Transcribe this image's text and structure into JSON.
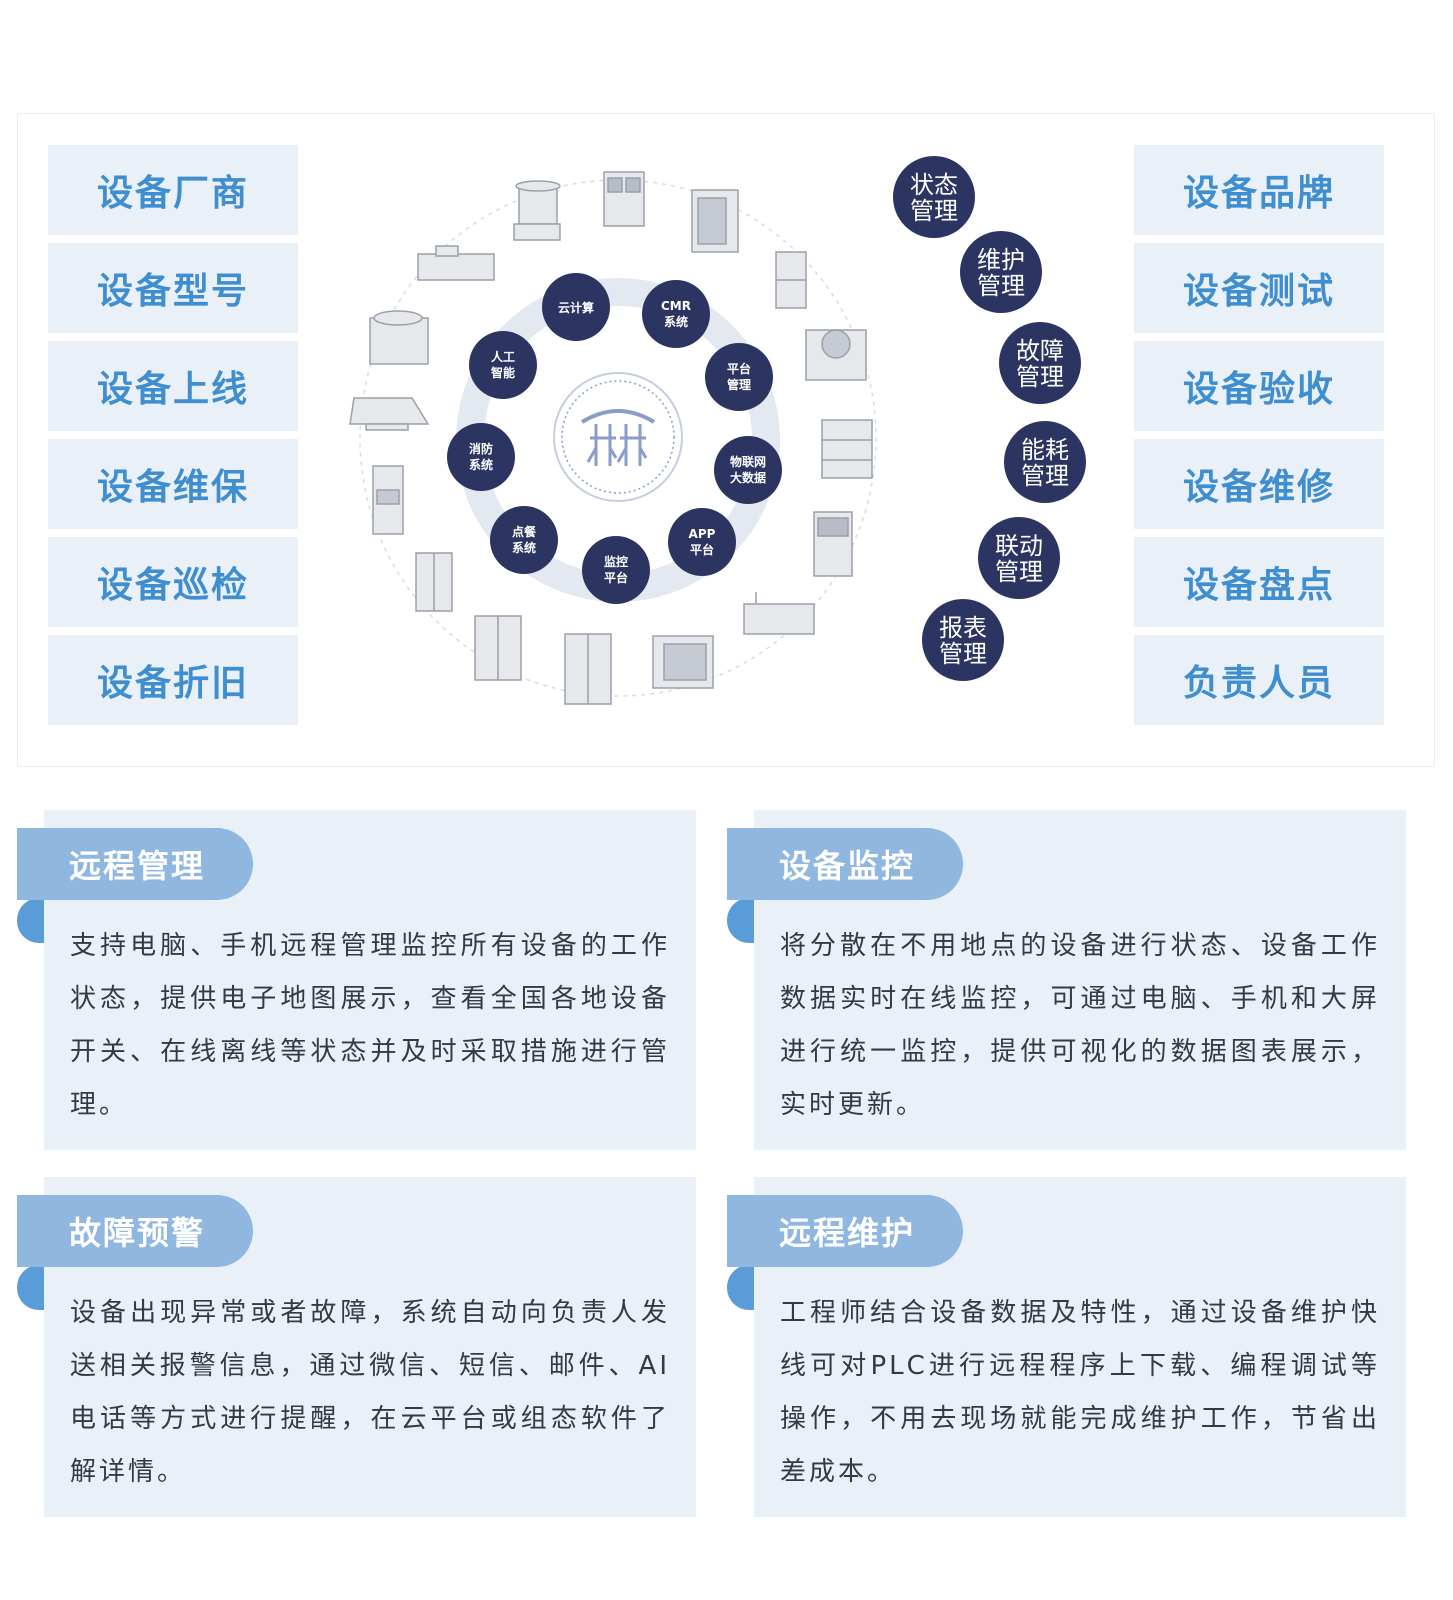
{
  "left_tags": [
    "设备厂商",
    "设备型号",
    "设备上线",
    "设备维保",
    "设备巡检",
    "设备折旧"
  ],
  "right_tags": [
    "设备品牌",
    "设备测试",
    "设备验收",
    "设备维修",
    "设备盘点",
    "负责人员"
  ],
  "inner_nodes": [
    [
      "云计算"
    ],
    [
      "CMR",
      "系统"
    ],
    [
      "平台",
      "管理"
    ],
    [
      "物联网",
      "大数据"
    ],
    [
      "APP",
      "平台"
    ],
    [
      "监控",
      "平台"
    ],
    [
      "点餐",
      "系统"
    ],
    [
      "消防",
      "系统"
    ],
    [
      "人工",
      "智能"
    ]
  ],
  "arc_nodes": [
    [
      "状态",
      "管理"
    ],
    [
      "维护",
      "管理"
    ],
    [
      "故障",
      "管理"
    ],
    [
      "能耗",
      "管理"
    ],
    [
      "联动",
      "管理"
    ],
    [
      "报表",
      "管理"
    ]
  ],
  "cards": [
    {
      "title": "远程管理",
      "text": "支持电脑、手机远程管理监控所有设备的工作状态，提供电子地图展示，查看全国各地设备开关、在线离线等状态并及时采取措施进行管理。"
    },
    {
      "title": "设备监控",
      "text": "将分散在不用地点的设备进行状态、设备工作数据实时在线监控，可通过电脑、手机和大屏进行统一监控，提供可视化的数据图表展示，实时更新。"
    },
    {
      "title": "故障预警",
      "text": "设备出现异常或者故障，系统自动向负责人发送相关报警信息，通过微信、短信、邮件、AI电话等方式进行提醒，在云平台或组态软件了解详情。"
    },
    {
      "title": "远程维护",
      "text": "工程师结合设备数据及特性，通过设备维护快线可对PLC进行远程程序上下载、编程调试等操作，不用去现场就能完成维护工作，节省出差成本。"
    }
  ],
  "colors": {
    "tag_bg": "#eaf0f7",
    "tag_text": "#3f8ecf",
    "node": "#2c3562",
    "tab": "#8fb7e0",
    "fold": "#5a9cd8"
  }
}
